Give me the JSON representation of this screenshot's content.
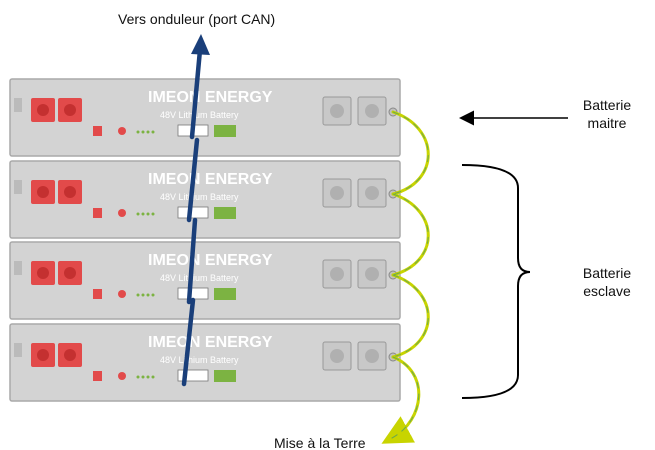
{
  "labels": {
    "top": "Vers onduleur (port CAN)",
    "master_line1": "Batterie",
    "master_line2": "maitre",
    "slave_line1": "Batterie",
    "slave_line2": "esclave",
    "ground": "Mise  à la Terre"
  },
  "battery": {
    "brand": "IMEON ENERGY",
    "model": "48V Lithium Battery",
    "count": 4
  },
  "colors": {
    "chassis": "#d3d3d3",
    "chassis_edge": "#a9a9a9",
    "can_cable": "#1a3f7a",
    "ground_cable": "#c8d400",
    "ground_cable_stripe": "#6aa84f",
    "terminal": "#e24a4a"
  }
}
